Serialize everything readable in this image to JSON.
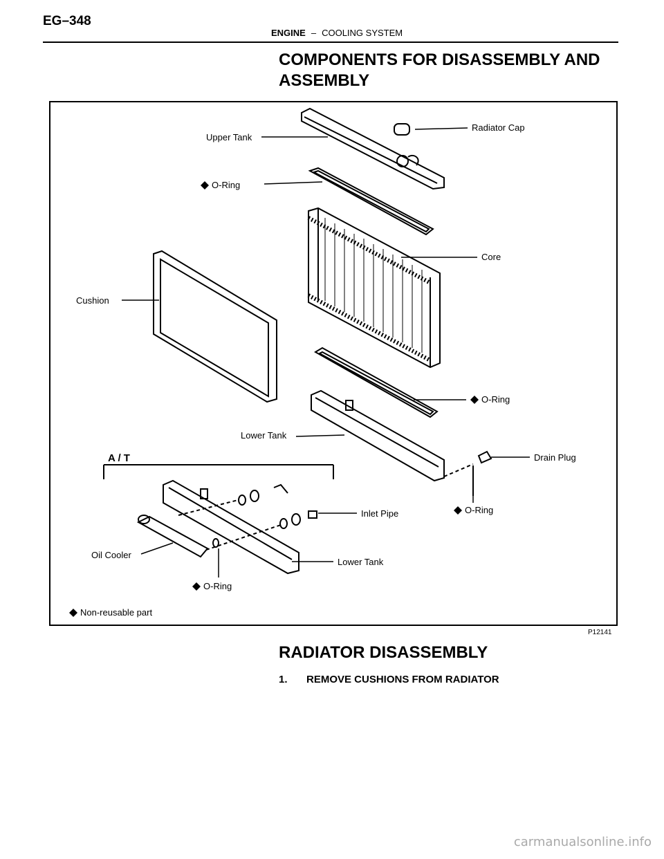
{
  "header": {
    "page_number": "EG–348",
    "section": "ENGINE",
    "separator": "–",
    "subsection": "COOLING SYSTEM"
  },
  "title": "COMPONENTS FOR DISASSEMBLY AND ASSEMBLY",
  "figure": {
    "code": "P12141",
    "labels": {
      "upper_tank": "Upper Tank",
      "radiator_cap": "Radiator Cap",
      "o_ring": "O-Ring",
      "core": "Core",
      "cushion": "Cushion",
      "lower_tank": "Lower Tank",
      "drain_plug": "Drain Plug",
      "at": "A / T",
      "inlet_pipe": "Inlet Pipe",
      "oil_cooler": "Oil Cooler",
      "legend": "Non-reusable part"
    }
  },
  "section2": {
    "title": "RADIATOR DISASSEMBLY",
    "steps": [
      {
        "num": "1.",
        "text": "REMOVE CUSHIONS FROM RADIATOR"
      }
    ]
  },
  "watermark": "carmanualsonline.info"
}
